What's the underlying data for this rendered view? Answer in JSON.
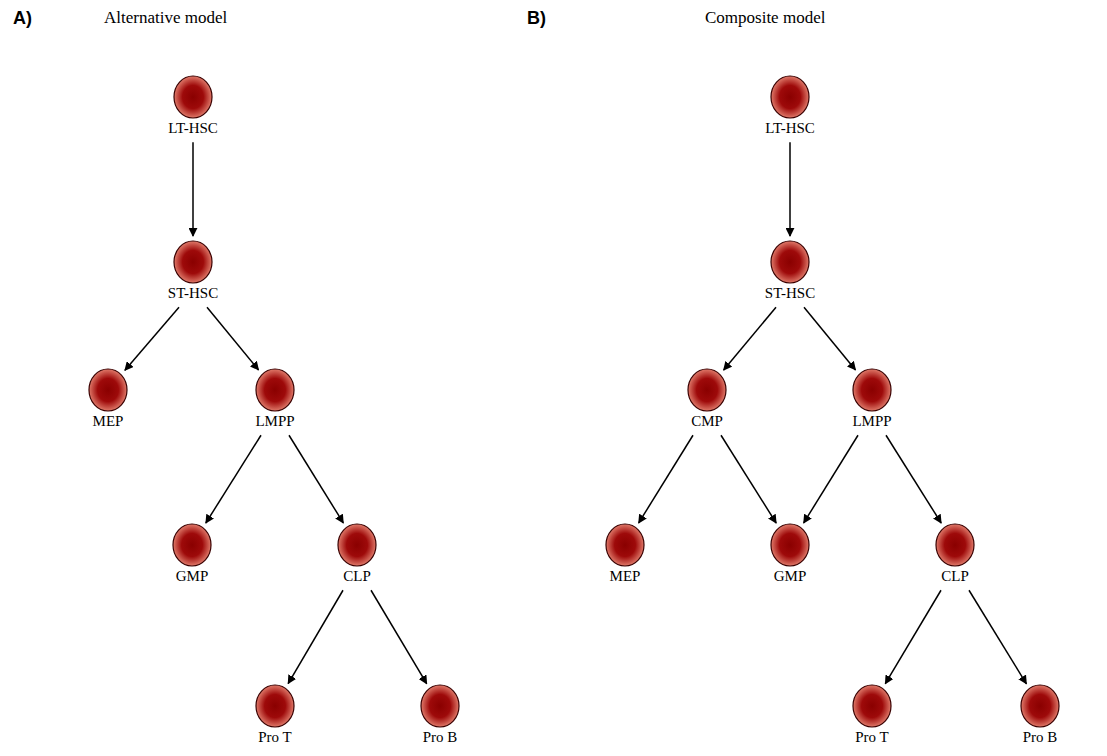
{
  "diagram": {
    "nodes": [
      {
        "text": [
          "LT-HSC"
        ]
      },
      {
        "text": [
          "ST-HSC"
        ]
      },
      {
        "text": [
          "MEP"
        ]
      },
      {
        "text": [
          "LMPP"
        ]
      },
      {
        "text": [
          "GMP"
        ]
      },
      {
        "text": [
          "CLP"
        ]
      },
      {
        "text": [
          "Pro T"
        ]
      },
      {
        "text": [
          "Pro B"
        ]
      },
      {
        "text": [
          "LT-HSC"
        ]
      },
      {
        "text": [
          "ST-HSC"
        ]
      },
      {
        "text": [
          "CMP"
        ]
      },
      {
        "text": [
          "LMPP"
        ]
      },
      {
        "text": [
          "MEP"
        ]
      },
      {
        "text": [
          "GMP"
        ]
      },
      {
        "text": [
          "CLP"
        ]
      },
      {
        "text": [
          "Pro T"
        ]
      },
      {
        "text": [
          "Pro B"
        ]
      }
    ],
    "edges": [
      {
        "from": 0,
        "to": 1,
        "arrow": "to"
      },
      {
        "from": 1,
        "to": 2,
        "arrow": "to"
      },
      {
        "from": 1,
        "to": 3,
        "arrow": "to"
      },
      {
        "from": 3,
        "to": 4,
        "arrow": "to"
      },
      {
        "from": 3,
        "to": 5,
        "arrow": "to"
      },
      {
        "from": 5,
        "to": 6,
        "arrow": "to"
      },
      {
        "from": 5,
        "to": 7,
        "arrow": "to"
      },
      {
        "from": 8,
        "to": 9,
        "arrow": "to"
      },
      {
        "from": 9,
        "to": 10,
        "arrow": "to"
      },
      {
        "from": 9,
        "to": 11,
        "arrow": "to"
      },
      {
        "from": 10,
        "to": 12,
        "arrow": "to"
      },
      {
        "from": 10,
        "to": 13,
        "arrow": "to"
      },
      {
        "from": 11,
        "to": 13,
        "arrow": "to"
      },
      {
        "from": 11,
        "to": 14,
        "arrow": "to"
      },
      {
        "from": 14,
        "to": 15,
        "arrow": "to"
      },
      {
        "from": 14,
        "to": 16,
        "arrow": "to"
      }
    ],
    "labels": [
      "A)",
      "Alternative model",
      "B)",
      "Composite model"
    ]
  }
}
